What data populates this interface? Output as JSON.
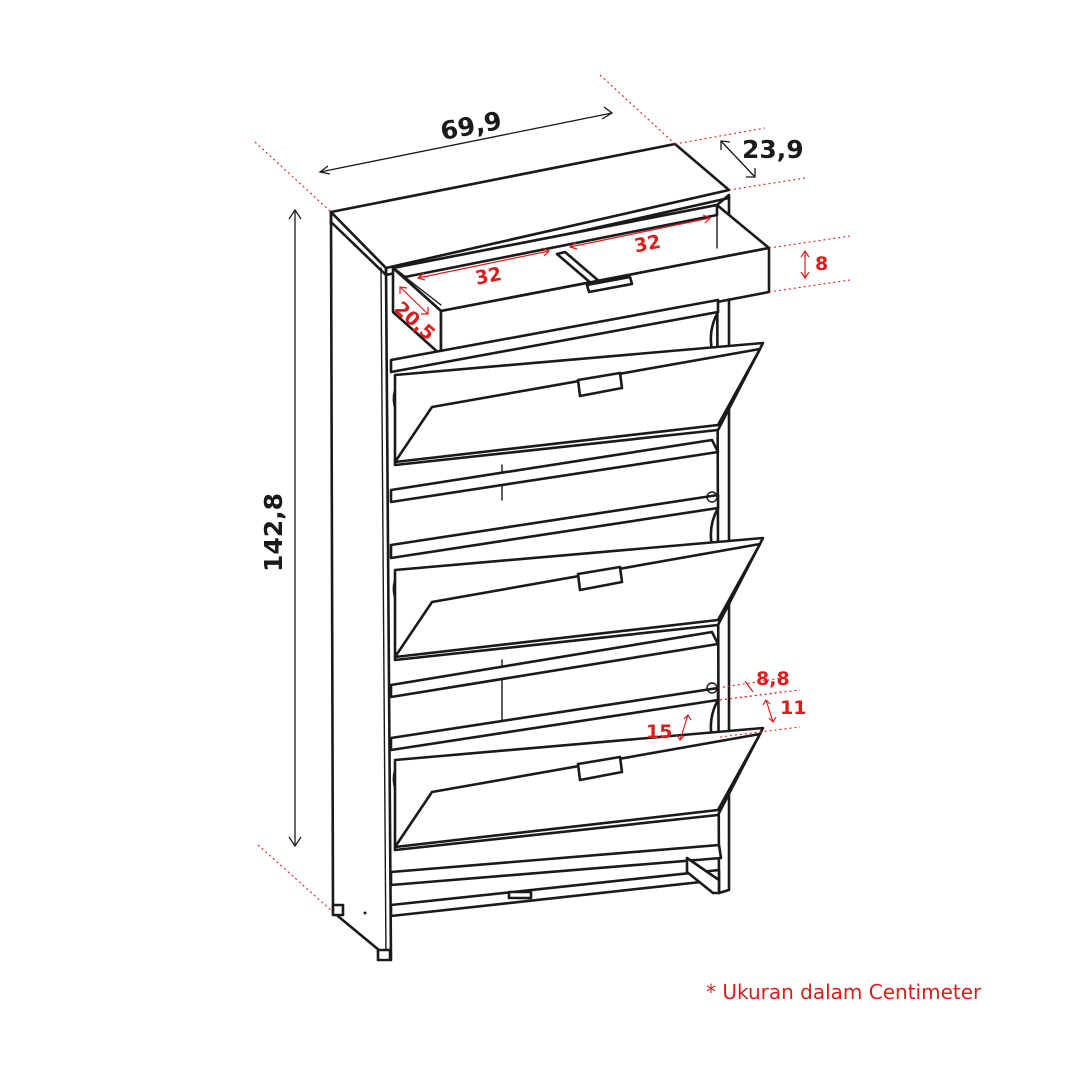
{
  "dimensions": {
    "width": "69,9",
    "depth": "23,9",
    "height": "142,8",
    "drawer_height": "8",
    "drawer_inner_left": "32",
    "drawer_inner_right": "32",
    "drawer_inner_depth": "20,5",
    "hanger_gap": "8,8",
    "hanger_height": "11",
    "flap_depth": "15"
  },
  "note": "* Ukuran dalam Centimeter",
  "colors": {
    "outline": "#1a1a1a",
    "dimension_red": "#e01b1b"
  }
}
